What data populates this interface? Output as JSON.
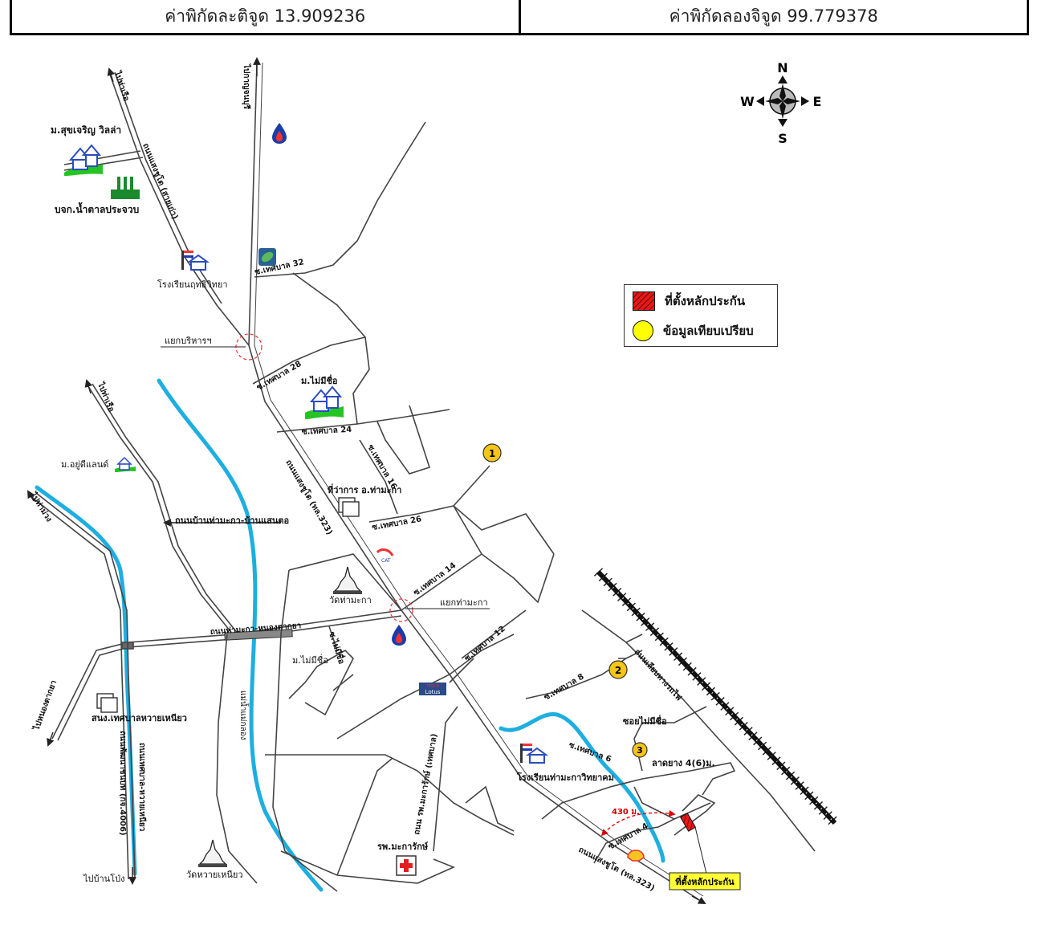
{
  "header": {
    "latitude_label": "ค่าพิกัดละติจูด 13.909236",
    "longitude_label": "ค่าพิกัดลองจิจูด 99.779378"
  },
  "compass": {
    "n": "N",
    "s": "S",
    "e": "E",
    "w": "W"
  },
  "legend": {
    "collateral_label": "ที่ตั้งหลักประกัน",
    "comparison_label": "ข้อมูลเทียบเปรียบ",
    "collateral_color": "#e81818",
    "comparison_color": "#ffff00"
  },
  "road_labels": {
    "to_tharuea_1": "ไปท่าเรือ",
    "to_kanchanaburi": "ไปกาญจนบุรี",
    "to_tharuea_2": "ไปท่าเรือ",
    "to_thamuang": "ไปท่าม่วง",
    "to_nongtakaya": "ไปหนองตากยา",
    "to_banpong": "ไปบ้านโป่ง",
    "road_saengchuto_old": "ถนนแสงชูโต (สายเก่า)",
    "road_saengchuto_323_a": "ถนนแสงชูโต (ทล.323)",
    "road_saengchuto_323_b": "ถนนแสงชูโต (ทล.323)",
    "road_thamaka_bansaendo": "ถนนบ้านท่ามะกา-บ้านแสนตอ",
    "road_thamaka_nongtakaya": "ถนนท่ามะกา-หนองตากยา",
    "road_rural_4006": "ถนนพัฒนาชนบท (กจ.4006)",
    "road_tessaban_wangyen": "ถนนเทศบาล-หวายเหนียว",
    "road_along_railway": "ถนนเลียบทางรถไฟ",
    "road_makarak": "ถนน รพ.มะการักษ์ (เทศบาล)",
    "soi_32": "ซ.เทศบาล 32",
    "soi_28": "ซ.เทศบาล 28",
    "soi_24": "ซ.เทศบาล 24",
    "soi_16": "ซ.เทศบาล 16",
    "soi_26": "ซ.เทศบาล 26",
    "soi_14": "ซ.เทศบาล 14",
    "soi_12": "ซ.เทศบาล 12",
    "soi_8": "ซ.เทศบาล 8",
    "soi_6": "ซ.เทศบาล 6",
    "soi_4": "ซ.เทศบาล 4",
    "soi_mai_mee_chue_a": "ซ.ไม่มีชื่อ",
    "soi_mai_mee_chue_b": "ซอยไม่มีชื่อ",
    "asphalt": "ลาดยาง 4(6)ม.",
    "river": "แม่น้ำแม่กลอง",
    "distance": "430 ม."
  },
  "places": {
    "village_sukcharoen": "ม.สุขเจริญ วิลล่า",
    "sugar_factory": "บจก.น้ำตาลประจวบ",
    "school_rit": "โรงเรียนฤทธิวิทยา",
    "intersection_boriharn": "แยกบริหารฯ",
    "village_no_name_1": "ม.ไม่มีชื่อ",
    "village_yoodee": "ม.อยู่ดีแลนด์",
    "district_office": "ที่ว่าการ อ.ท่ามะกา",
    "wat_thamaka": "วัดท่ามะกา",
    "intersection_thamaka": "แยกท่ามะกา",
    "village_no_name_2": "ม.ไม่มีชื่อ",
    "municipal_office": "สนง.เทศบาลหวายเหนียว",
    "wat_wai_niao": "วัดหวายเหนียว",
    "hospital": "รพ.มะการักษ์",
    "school_thamaka": "โรงเรียนท่ามะกาวิทยาคม",
    "collateral_callout": "ที่ตั้งหลักประกัน",
    "tesco_small": "TESCO",
    "tesco_brand": "Lotus"
  },
  "comparisons": [
    "1",
    "2",
    "3"
  ],
  "colors": {
    "river": "#1eaee0",
    "road": "#444444",
    "collateral": "#e81818",
    "comparison": "#f5c518",
    "callout": "#ffff33"
  }
}
